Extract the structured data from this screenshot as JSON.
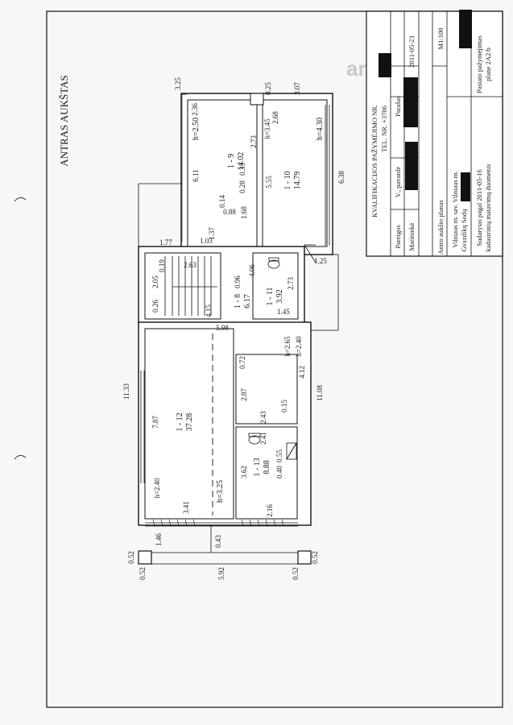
{
  "sheet_title": "ANTRAS AUKŠTAS",
  "watermark": "aruodas.lt",
  "rooms": [
    {
      "id": "1 - 9",
      "area": "14.02",
      "height": "h=2.50"
    },
    {
      "id": "1 - 10",
      "area": "14.79",
      "height": "h=4.30"
    },
    {
      "id": "1 - 8",
      "area": "6.17"
    },
    {
      "id": "1 - 11",
      "area": "3.92"
    },
    {
      "id": "1 - 12",
      "area": "37.28",
      "height": "h=3.25"
    },
    {
      "id": "1 - 13",
      "area": "8.88"
    }
  ],
  "dimensions": {
    "d325": "3.25",
    "d025": "0.25",
    "d307": "3.07",
    "d236": "2.36",
    "d268": "2.68",
    "h250": "h=2.50",
    "h345": "h=3.45",
    "h430": "h=4.30",
    "d273a": "2.73",
    "d611": "6.11",
    "d555": "5.55",
    "d638": "6.38",
    "d028": "0.28",
    "d033": "0.33",
    "d014": "0.14",
    "d168": "1.68",
    "d088": "0.88",
    "d137": "1.37",
    "d103": "1.03",
    "d177": "1.77",
    "d125": "1.25",
    "d019": "0.19",
    "d263": "2.63",
    "d406": "4.06",
    "d205": "2.05",
    "d096": "0.96",
    "d273b": "2.73",
    "d026": "0.26",
    "d415": "4.15",
    "d145": "1.45",
    "d598": "5.98",
    "h265": "h=2.65",
    "h240a": "h=2.40",
    "d072": "0.72",
    "d1133": "11.33",
    "d412": "4.12",
    "d1108": "11.08",
    "d787": "7.87",
    "d287": "2.87",
    "d015": "0.15",
    "d243": "2.43",
    "d241": "2.41",
    "d055": "0.55",
    "d040": "0.40",
    "d362": "3.62",
    "h240b": "h=2.40",
    "h325": "h=3.25",
    "d341": "3.41",
    "d216": "2.16",
    "d146": "1.46",
    "d043": "0.43",
    "d052a": "0.52",
    "d052b": "0.52",
    "d592": "5.92",
    "d052c": "0.52",
    "d052d": "0.52"
  },
  "title_block": {
    "header_line1": "KVALIFIKACIJOS PAŽYMĖJIMO NR.",
    "header_line2": "TEL. NR. +3706",
    "col_pareigos": "Pareigos",
    "col_pavarde": "V., pavardė",
    "col_parasas": "Parašas",
    "date": "2011-05-23",
    "row_matininke": "Matininkė",
    "scale": "M1:100",
    "plan_title": "Antro aukšto planas",
    "address_line1": "Vilniaus m. sav. Vilniaus m.",
    "address_line2": "Gvazdikų Sodų",
    "compiled_line1": "Sudarytas pagal 2011-05-16",
    "compiled_line2": "kadastrinių matavimų duomenis",
    "plan_no_label_line1": "Pastato pažymėjimas",
    "plan_no_label_line2": "plane  2A2/b"
  }
}
